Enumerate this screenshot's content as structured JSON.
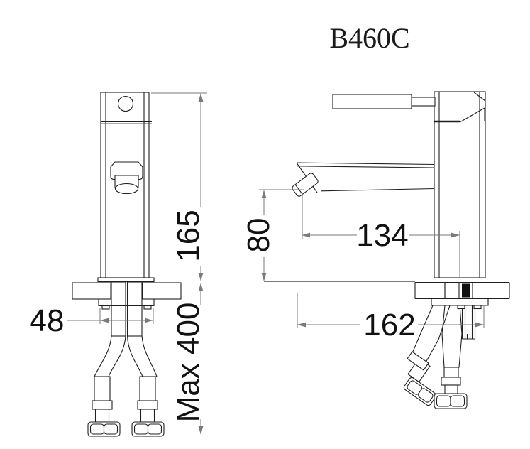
{
  "title": "B460C",
  "dimensions": {
    "front_height": "165",
    "hose_max_length": "Max 400",
    "base_diameter": "48",
    "spout_outlet_height": "80",
    "spout_reach": "134",
    "overall_depth": "162"
  },
  "colors": {
    "drawing_line": "#1f1f1f",
    "dimension_line": "#7a7a7a",
    "dimension_text": "#111111",
    "background": "#ffffff",
    "stud_section_fill": "#111111"
  }
}
